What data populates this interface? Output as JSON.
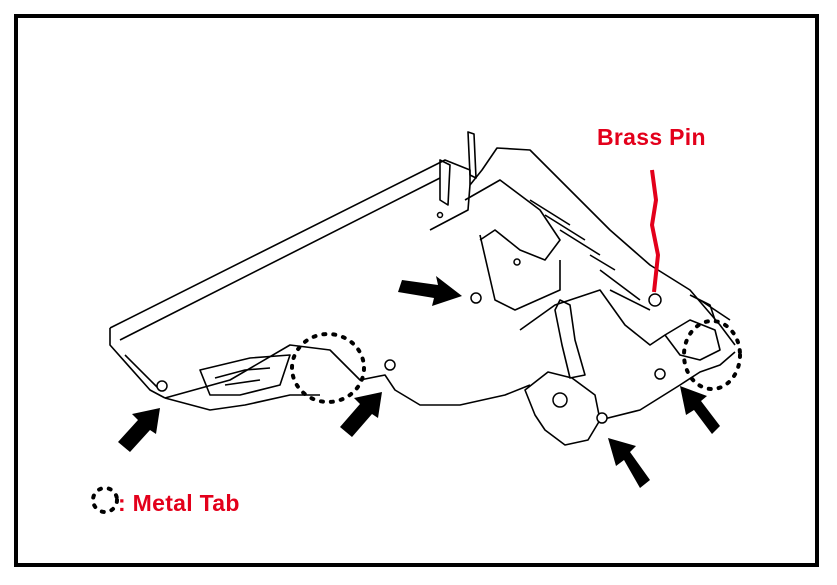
{
  "labels": {
    "brass_pin": "Brass Pin",
    "metal_tab": ": Metal Tab"
  },
  "legend": {
    "symbol": "dotted-circle"
  },
  "colors": {
    "callout": "#e3001b",
    "line": "#000000",
    "background": "#ffffff"
  }
}
